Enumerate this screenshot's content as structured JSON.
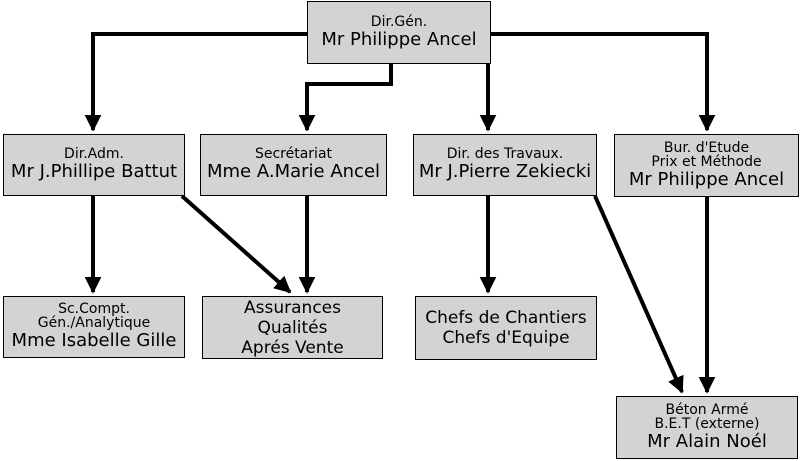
{
  "chart_data": {
    "type": "org-chart",
    "nodes": [
      {
        "id": "dg",
        "lines": [
          "Dir.Gén."
        ],
        "name": "Mr Philippe Ancel"
      },
      {
        "id": "adm",
        "lines": [
          "Dir.Adm."
        ],
        "name": "Mr J.Phillipe Battut"
      },
      {
        "id": "sec",
        "lines": [
          "Secrétariat"
        ],
        "name": "Mme A.Marie Ancel"
      },
      {
        "id": "trav",
        "lines": [
          "Dir. des Travaux."
        ],
        "name": "Mr J.Pierre Zekiecki"
      },
      {
        "id": "bur",
        "lines": [
          "Bur. d'Etude",
          "Prix et Méthode"
        ],
        "name": "Mr Philippe Ancel"
      },
      {
        "id": "compt",
        "lines": [
          "Sc.Compt.",
          "Gén./Analytique"
        ],
        "name": "Mme Isabelle Gille"
      },
      {
        "id": "assur",
        "lines": [
          "Assurances",
          "Qualités",
          "Aprés Vente"
        ],
        "name": ""
      },
      {
        "id": "chefs",
        "lines": [
          "Chefs de Chantiers",
          "Chefs d'Equipe"
        ],
        "name": ""
      },
      {
        "id": "beton",
        "lines": [
          "Béton Armé",
          "B.E.T (externe)"
        ],
        "name": "Mr Alain Noél"
      }
    ],
    "edges": [
      [
        "dg",
        "adm"
      ],
      [
        "dg",
        "sec"
      ],
      [
        "dg",
        "trav"
      ],
      [
        "dg",
        "bur"
      ],
      [
        "adm",
        "compt"
      ],
      [
        "adm",
        "assur"
      ],
      [
        "sec",
        "assur"
      ],
      [
        "trav",
        "chefs"
      ],
      [
        "trav",
        "beton"
      ],
      [
        "bur",
        "beton"
      ]
    ]
  }
}
